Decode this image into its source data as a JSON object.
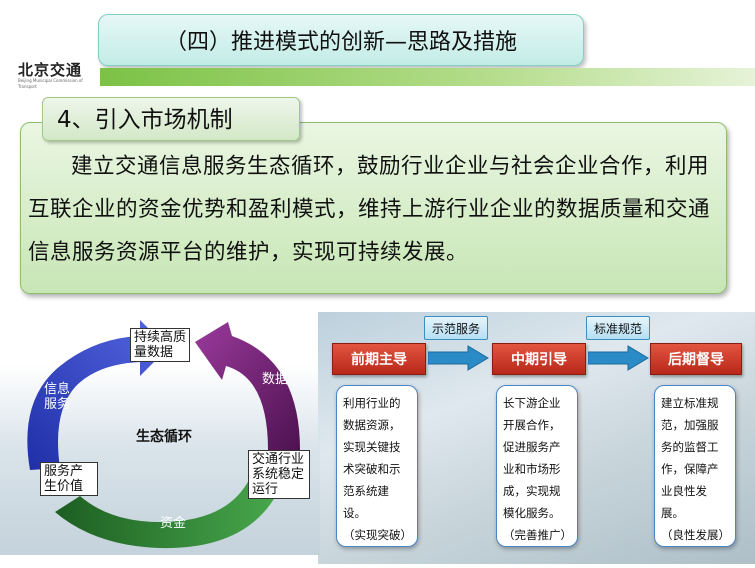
{
  "title": "（四）推进模式的创新—思路及措施",
  "logo": {
    "text": "北京交通",
    "sub": "Beijing Municipal Commission of Transport"
  },
  "section": "4、引入市场机制",
  "main_paragraph": "建立交通信息服务生态循环，鼓励行业企业与社会企业合作，利用互联企业的资金优势和盈利模式，维持上游行业企业的数据质量和交通信息服务资源平台的维护，实现可持续发展。",
  "cycle": {
    "center": "生态循环",
    "nodes": {
      "data_quality": "持续高质量数据",
      "operation": "交通行业系统稳定运行",
      "value": "服务产生价值"
    },
    "arrows": {
      "data": "数据",
      "funds": "资金",
      "info_service": "信息服务"
    },
    "colors": {
      "purple": "#6b1f6e",
      "green": "#2f7d32",
      "blue": "#3142c8"
    }
  },
  "flow": {
    "stages": [
      "前期主导",
      "中期引导",
      "后期督导"
    ],
    "connectors": [
      "示范服务",
      "标准规范"
    ],
    "details": [
      {
        "body": "利用行业的数据资源，实现关键技术突破和示范系统建设。",
        "foot": "（实现突破）"
      },
      {
        "body": "长下游企业开展合作，促进服务产业和市场形成，实现规模化服务。",
        "foot": "（完善推广）"
      },
      {
        "body": "建立标准规范，加强服务的监督工作，保障产业良性发展。",
        "foot": "（良性发展）"
      }
    ],
    "colors": {
      "stage": "#c5321f",
      "connector": "#3a8fbf"
    }
  }
}
